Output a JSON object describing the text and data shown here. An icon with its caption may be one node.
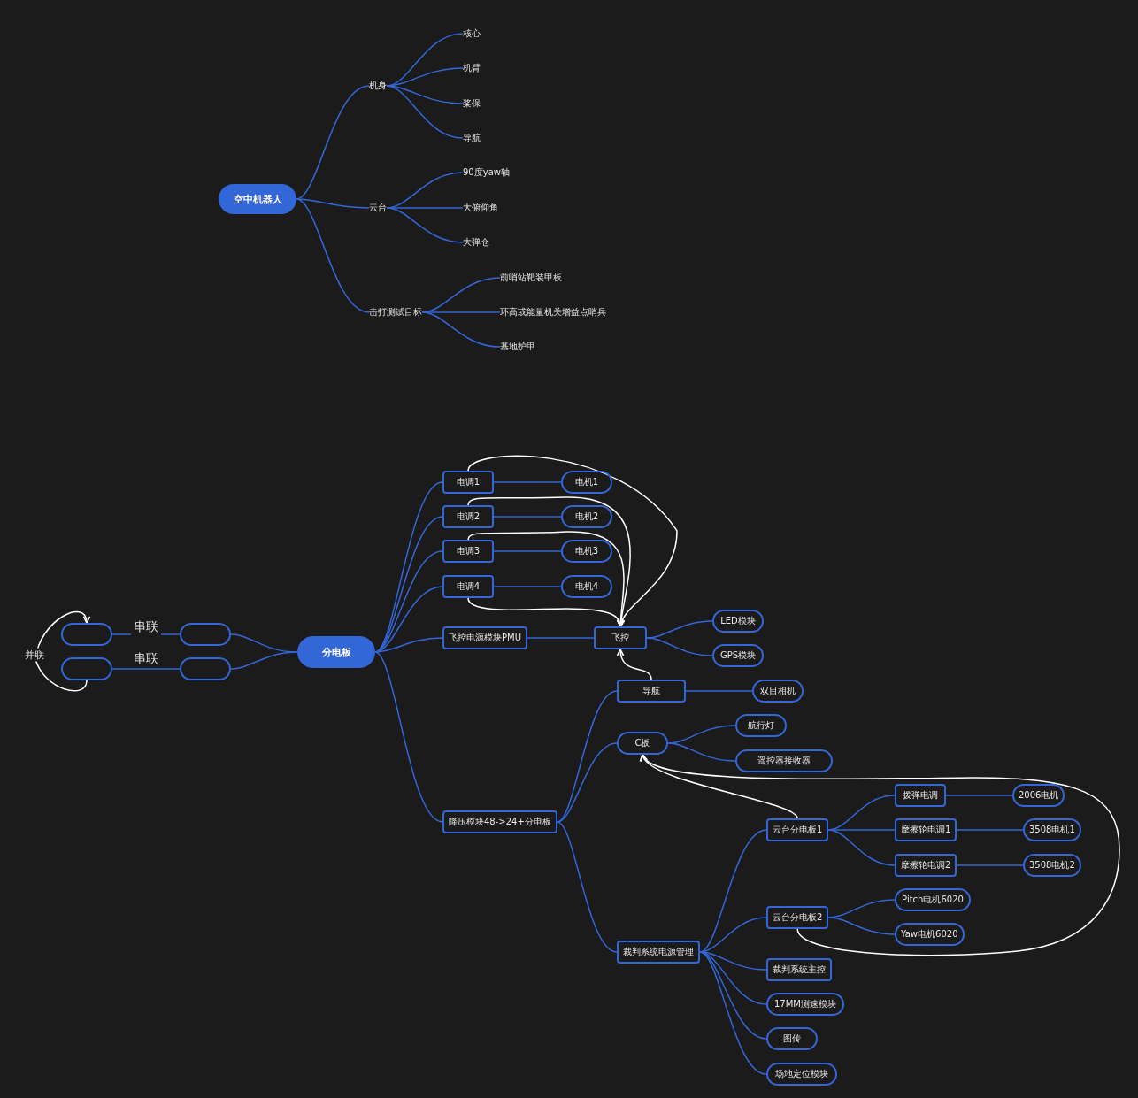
{
  "diagram": {
    "nodes": [
      {
        "text": [
          "空中机器人"
        ]
      },
      {
        "text": [
          "机身"
        ]
      },
      {
        "text": [
          "核心"
        ]
      },
      {
        "text": [
          "机臂"
        ]
      },
      {
        "text": [
          "桨保"
        ]
      },
      {
        "text": [
          "导航"
        ]
      },
      {
        "text": [
          "云台"
        ]
      },
      {
        "text": [
          "90度yaw轴"
        ]
      },
      {
        "text": [
          "大俯仰角"
        ]
      },
      {
        "text": [
          "大弹仓"
        ]
      },
      {
        "text": [
          "击打测试目标"
        ]
      },
      {
        "text": [
          "前哨站靶装甲板"
        ]
      },
      {
        "text": [
          "环高或能量机关增益点哨兵"
        ]
      },
      {
        "text": [
          "基地护甲"
        ]
      },
      {
        "text": [],
        "shape": "box"
      },
      {
        "text": [],
        "shape": "box"
      },
      {
        "text": [],
        "shape": "box"
      },
      {
        "text": [],
        "shape": "box"
      },
      {
        "text": [
          "分电板"
        ]
      },
      {
        "text": [
          "电调1"
        ]
      },
      {
        "text": [
          "电机1"
        ]
      },
      {
        "text": [
          "电调2"
        ]
      },
      {
        "text": [
          "电机2"
        ]
      },
      {
        "text": [
          "电调3"
        ]
      },
      {
        "text": [
          "电机3"
        ]
      },
      {
        "text": [
          "电调4"
        ]
      },
      {
        "text": [
          "电机4"
        ]
      },
      {
        "text": [
          "飞控电源模块PMU"
        ]
      },
      {
        "text": [
          "飞控"
        ]
      },
      {
        "text": [
          "LED模块"
        ]
      },
      {
        "text": [
          "GPS模块"
        ]
      },
      {
        "text": [
          "降压模块48->24+分电板"
        ]
      },
      {
        "text": [
          "导航"
        ]
      },
      {
        "text": [
          "双目相机"
        ]
      },
      {
        "text": [
          "C板"
        ]
      },
      {
        "text": [
          "航行灯"
        ]
      },
      {
        "text": [
          "遥控器接收器"
        ]
      },
      {
        "text": [
          "裁判系统电源管理"
        ]
      },
      {
        "text": [
          "云台分电板1"
        ]
      },
      {
        "text": [
          "拨弹电调"
        ]
      },
      {
        "text": [
          "2006电机"
        ]
      },
      {
        "text": [
          "摩擦轮电调1"
        ]
      },
      {
        "text": [
          "3508电机1"
        ]
      },
      {
        "text": [
          "摩擦轮电调2"
        ]
      },
      {
        "text": [
          "3508电机2"
        ]
      },
      {
        "text": [
          "云台分电板2"
        ]
      },
      {
        "text": [
          "Pitch电机6020"
        ]
      },
      {
        "text": [
          "Yaw电机6020"
        ]
      },
      {
        "text": [
          "裁判系统主控"
        ]
      },
      {
        "text": [
          "17MM测速模块"
        ]
      },
      {
        "text": [
          "图传"
        ]
      },
      {
        "text": [
          "场地定位模块"
        ]
      }
    ],
    "edges": [
      {
        "from": 0,
        "to": 1,
        "arrow": "none"
      },
      {
        "from": 0,
        "to": 6,
        "arrow": "none"
      },
      {
        "from": 0,
        "to": 10,
        "arrow": "none"
      },
      {
        "from": 1,
        "to": 2,
        "arrow": "none"
      },
      {
        "from": 1,
        "to": 3,
        "arrow": "none"
      },
      {
        "from": 1,
        "to": 4,
        "arrow": "none"
      },
      {
        "from": 1,
        "to": 5,
        "arrow": "none"
      },
      {
        "from": 6,
        "to": 7,
        "arrow": "none"
      },
      {
        "from": 6,
        "to": 8,
        "arrow": "none"
      },
      {
        "from": 6,
        "to": 9,
        "arrow": "none"
      },
      {
        "from": 10,
        "to": 11,
        "arrow": "none"
      },
      {
        "from": 10,
        "to": 12,
        "arrow": "none"
      },
      {
        "from": 10,
        "to": 13,
        "arrow": "none"
      },
      {
        "from": 14,
        "to": 15,
        "arrow": "none",
        "label": "串联"
      },
      {
        "from": 16,
        "to": 17,
        "arrow": "none",
        "label": "串联"
      },
      {
        "from": 16,
        "to": 14,
        "arrow": "to",
        "label": "并联",
        "color": "#ffffff"
      },
      {
        "from": 15,
        "to": 18,
        "arrow": "none"
      },
      {
        "from": 17,
        "to": 18,
        "arrow": "none"
      },
      {
        "from": 18,
        "to": 19,
        "arrow": "none"
      },
      {
        "from": 18,
        "to": 21,
        "arrow": "none"
      },
      {
        "from": 18,
        "to": 23,
        "arrow": "none"
      },
      {
        "from": 18,
        "to": 25,
        "arrow": "none"
      },
      {
        "from": 18,
        "to": 27,
        "arrow": "none"
      },
      {
        "from": 18,
        "to": 31,
        "arrow": "none"
      },
      {
        "from": 19,
        "to": 20,
        "arrow": "none"
      },
      {
        "from": 21,
        "to": 22,
        "arrow": "none"
      },
      {
        "from": 23,
        "to": 24,
        "arrow": "none"
      },
      {
        "from": 25,
        "to": 26,
        "arrow": "none"
      },
      {
        "from": 27,
        "to": 28,
        "arrow": "none"
      },
      {
        "from": 28,
        "to": 29,
        "arrow": "none"
      },
      {
        "from": 28,
        "to": 30,
        "arrow": "none"
      },
      {
        "from": 19,
        "to": 28,
        "arrow": "to",
        "color": "#ffffff"
      },
      {
        "from": 21,
        "to": 28,
        "arrow": "to",
        "color": "#ffffff"
      },
      {
        "from": 23,
        "to": 28,
        "arrow": "to",
        "color": "#ffffff"
      },
      {
        "from": 25,
        "to": 28,
        "arrow": "to",
        "color": "#ffffff"
      },
      {
        "from": 31,
        "to": 32,
        "arrow": "none"
      },
      {
        "from": 31,
        "to": 34,
        "arrow": "none"
      },
      {
        "from": 31,
        "to": 37,
        "arrow": "none"
      },
      {
        "from": 32,
        "to": 33,
        "arrow": "none"
      },
      {
        "from": 32,
        "to": 28,
        "arrow": "to",
        "color": "#ffffff"
      },
      {
        "from": 34,
        "to": 35,
        "arrow": "none"
      },
      {
        "from": 34,
        "to": 36,
        "arrow": "none"
      },
      {
        "from": 37,
        "to": 38,
        "arrow": "none"
      },
      {
        "from": 37,
        "to": 45,
        "arrow": "none"
      },
      {
        "from": 37,
        "to": 48,
        "arrow": "none"
      },
      {
        "from": 37,
        "to": 49,
        "arrow": "none"
      },
      {
        "from": 37,
        "to": 50,
        "arrow": "none"
      },
      {
        "from": 37,
        "to": 51,
        "arrow": "none"
      },
      {
        "from": 38,
        "to": 39,
        "arrow": "none"
      },
      {
        "from": 38,
        "to": 41,
        "arrow": "none"
      },
      {
        "from": 38,
        "to": 43,
        "arrow": "none"
      },
      {
        "from": 39,
        "to": 40,
        "arrow": "none"
      },
      {
        "from": 41,
        "to": 42,
        "arrow": "none"
      },
      {
        "from": 43,
        "to": 44,
        "arrow": "none"
      },
      {
        "from": 45,
        "to": 46,
        "arrow": "none"
      },
      {
        "from": 45,
        "to": 47,
        "arrow": "none"
      },
      {
        "from": 38,
        "to": 34,
        "arrow": "to",
        "color": "#ffffff"
      },
      {
        "from": 45,
        "to": 34,
        "arrow": "to",
        "color": "#ffffff"
      }
    ]
  }
}
